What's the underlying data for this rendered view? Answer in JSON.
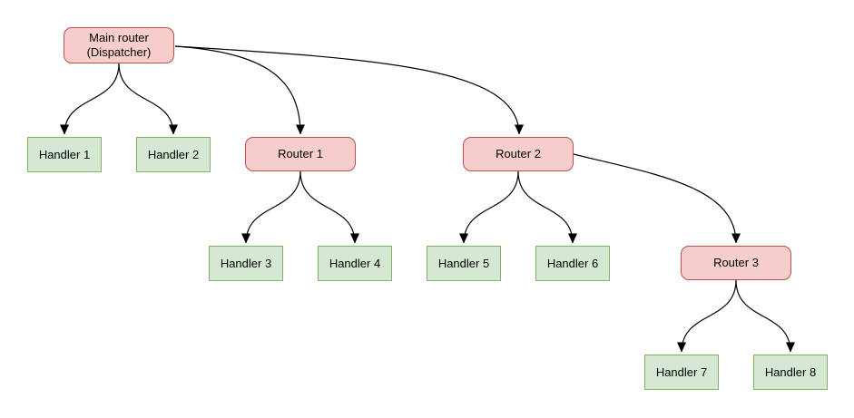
{
  "diagram": {
    "type": "flowchart",
    "colors": {
      "router-fill": "#f8cecc",
      "router-border": "#b85450",
      "handler-fill": "#d5e8d4",
      "handler-border": "#82b366",
      "edge-color": "#000000",
      "text-color": "#000000",
      "background": "#ffffff"
    },
    "nodes": {
      "main_router": {
        "label": "Main router\n(Dispatcher)",
        "type": "router"
      },
      "handler_1": {
        "label": "Handler 1",
        "type": "handler"
      },
      "handler_2": {
        "label": "Handler 2",
        "type": "handler"
      },
      "router_1": {
        "label": "Router 1",
        "type": "router"
      },
      "router_2": {
        "label": "Router 2",
        "type": "router"
      },
      "handler_3": {
        "label": "Handler 3",
        "type": "handler"
      },
      "handler_4": {
        "label": "Handler 4",
        "type": "handler"
      },
      "handler_5": {
        "label": "Handler 5",
        "type": "handler"
      },
      "handler_6": {
        "label": "Handler 6",
        "type": "handler"
      },
      "router_3": {
        "label": "Router 3",
        "type": "router"
      },
      "handler_7": {
        "label": "Handler 7",
        "type": "handler"
      },
      "handler_8": {
        "label": "Handler 8",
        "type": "handler"
      }
    },
    "edges": [
      {
        "from": "main_router",
        "to": "handler_1"
      },
      {
        "from": "main_router",
        "to": "handler_2"
      },
      {
        "from": "main_router",
        "to": "router_1"
      },
      {
        "from": "main_router",
        "to": "router_2"
      },
      {
        "from": "router_1",
        "to": "handler_3"
      },
      {
        "from": "router_1",
        "to": "handler_4"
      },
      {
        "from": "router_2",
        "to": "handler_5"
      },
      {
        "from": "router_2",
        "to": "handler_6"
      },
      {
        "from": "router_2",
        "to": "router_3"
      },
      {
        "from": "router_3",
        "to": "handler_7"
      },
      {
        "from": "router_3",
        "to": "handler_8"
      }
    ]
  }
}
